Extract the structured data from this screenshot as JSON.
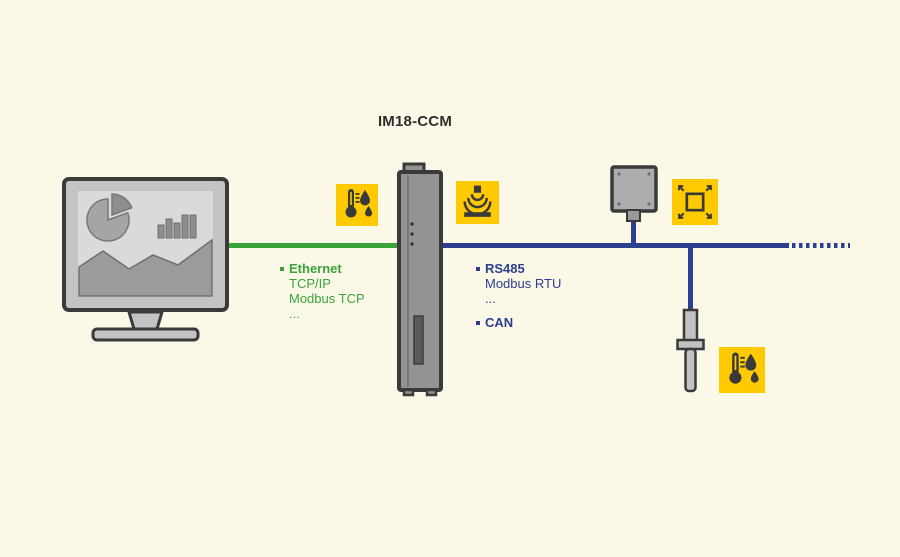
{
  "title": "IM18-CCM",
  "ethernet": {
    "heading": "Ethernet",
    "lines": [
      "TCP/IP",
      "Modbus TCP",
      "..."
    ]
  },
  "rs485": {
    "heading": "RS485",
    "lines": [
      "Modbus RTU",
      "..."
    ],
    "can": "CAN"
  },
  "colors": {
    "background": "#FCF8E8",
    "ethernet_green": "#3BA439",
    "bus_blue": "#2B3F90",
    "icon_yellow": "#FFCB00",
    "outline_dark": "#3A3A3A",
    "device_gray": "#9A9A9A"
  },
  "icons": {
    "left_of_module": "temperature-humidity-icon",
    "right_of_module": "wireless-signal-icon",
    "near_sensor_box": "vibration-icon",
    "near_probe": "temperature-humidity-icon"
  }
}
